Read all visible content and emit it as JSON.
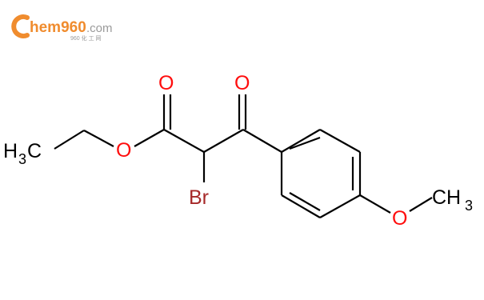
{
  "logo": {
    "main": "hem960",
    "suffix": ".com",
    "sub": "960 化 工 网",
    "colors": {
      "orange": "#f08c2e",
      "gray": "#9a9a9a"
    }
  },
  "molecule": {
    "atoms": {
      "ch3_left": {
        "symbol": "H",
        "count": "3",
        "tail": "C"
      },
      "o_ester": "O",
      "o_carbonyl_1": "O",
      "o_carbonyl_2": "O",
      "br": "Br",
      "o_methoxy": "O",
      "ch3_right": {
        "symbol": "CH",
        "count": "3"
      }
    },
    "colors": {
      "bond": "#000000",
      "oxygen": "#ff0d0d",
      "bromine": "#a62929",
      "carbon": "#000000"
    }
  }
}
